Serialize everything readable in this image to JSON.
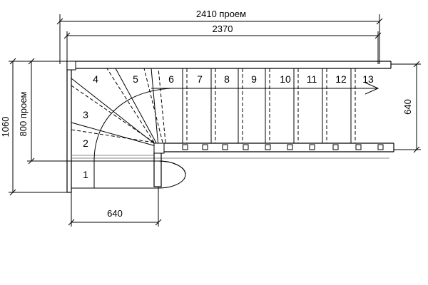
{
  "drawing": {
    "dimensions": {
      "top_outer": "2410 проем",
      "top_inner": "2370",
      "left_outer": "1060",
      "left_inner": "800 проем",
      "right": "640",
      "bottom": "640"
    },
    "steps": [
      "1",
      "2",
      "3",
      "4",
      "5",
      "6",
      "7",
      "8",
      "9",
      "10",
      "11",
      "12",
      "13"
    ]
  }
}
